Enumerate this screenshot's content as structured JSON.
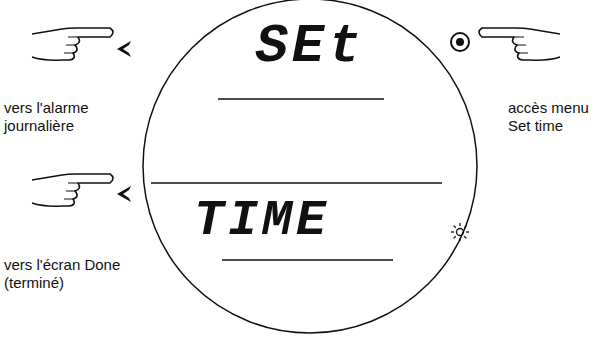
{
  "diagram": {
    "nodes": [
      {
        "text": [
          "SEt",
          "TIME"
        ]
      }
    ],
    "labels": [
      "vers l'alarme journalière",
      "accès menu Set time",
      "vers l'écran Done (terminé)"
    ]
  }
}
